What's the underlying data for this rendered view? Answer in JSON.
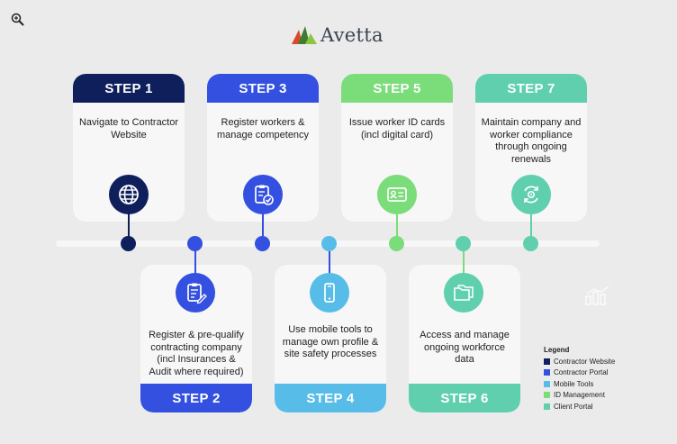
{
  "brand": {
    "name": "Avetta"
  },
  "colors": {
    "contractor_website": "#0f1f5c",
    "contractor_portal": "#3450e0",
    "mobile_tools": "#57bde8",
    "id_management": "#7bdc7a",
    "client_portal": "#5fcfae"
  },
  "steps": [
    {
      "label": "STEP 1",
      "text": "Navigate to Contractor Website",
      "icon": "globe-icon"
    },
    {
      "label": "STEP 2",
      "text": "Register & pre-qualify contracting company (incl Insurances & Audit where required)",
      "icon": "clipboard-pencil-icon"
    },
    {
      "label": "STEP 3",
      "text": "Register workers & manage competency",
      "icon": "clipboard-check-icon"
    },
    {
      "label": "STEP 4",
      "text": "Use mobile tools to manage own profile & site safety processes",
      "icon": "mobile-phone-icon"
    },
    {
      "label": "STEP 5",
      "text": "Issue worker ID cards (incl digital card)",
      "icon": "id-card-icon"
    },
    {
      "label": "STEP 6",
      "text": "Access and manage ongoing workforce data",
      "icon": "folders-icon"
    },
    {
      "label": "STEP 7",
      "text": "Maintain company and worker compliance through ongoing renewals",
      "icon": "gear-cycle-icon"
    }
  ],
  "legend": {
    "title": "Legend",
    "items": [
      {
        "label": "Contractor Website",
        "color": "#0f1f5c"
      },
      {
        "label": "Contractor Portal",
        "color": "#3450e0"
      },
      {
        "label": "Mobile Tools",
        "color": "#57bde8"
      },
      {
        "label": "ID Management",
        "color": "#7bdc7a"
      },
      {
        "label": "Client Portal",
        "color": "#5fcfae"
      }
    ]
  }
}
